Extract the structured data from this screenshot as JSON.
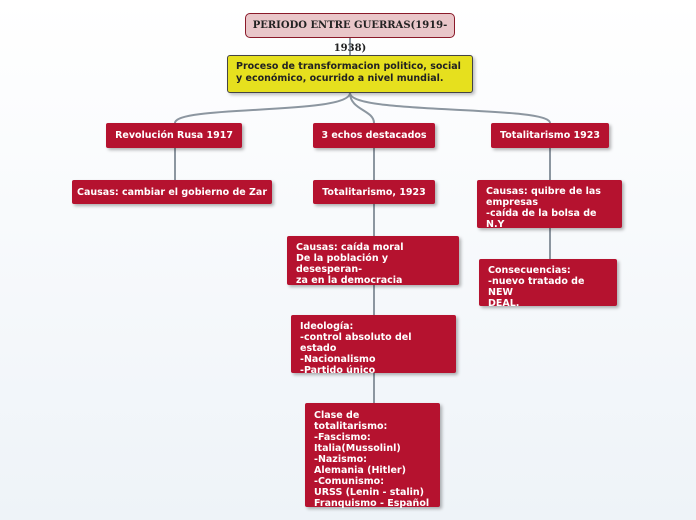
{
  "root": "PERIODO ENTRE GUERRAS(1919-1938)",
  "main": "Proceso de transformacion politico, social y económico, ocurrido a nivel mundial.",
  "left": {
    "title": "Revolución Rusa 1917",
    "causas": "Causas: cambiar el gobierno de Zar"
  },
  "middle": {
    "title": "3 echos destacados",
    "totalitarismo": "Totalitarismo, 1923",
    "causas": "Causas: caída moral\nDe la población y desesperan-\nza en la democracia",
    "ideologia": "Ideología:\n-control absoluto del estado\n-Nacionalismo\n-Partido único",
    "clase": "Clase de totalitarismo:\n-Fascismo:\nItalia(Mussolinl)\n-Nazismo:\nAlemania (Hitler)\n-Comunismo:\nURSS (Lenin - stalin)\nFranquismo - Español"
  },
  "right": {
    "title": "Totalitarismo 1923",
    "causas": "Causas: quibre de las\nempresas\n-caída de la bolsa de N.Y",
    "consecuencias": "Consecuencias:\n-nuevo tratado de NEW\nDEAL."
  },
  "colors": {
    "node_red": "#b5122f",
    "main_yellow": "#e6e01e",
    "root_pink": "#e9c6c9",
    "connector": "#8c96a0"
  }
}
